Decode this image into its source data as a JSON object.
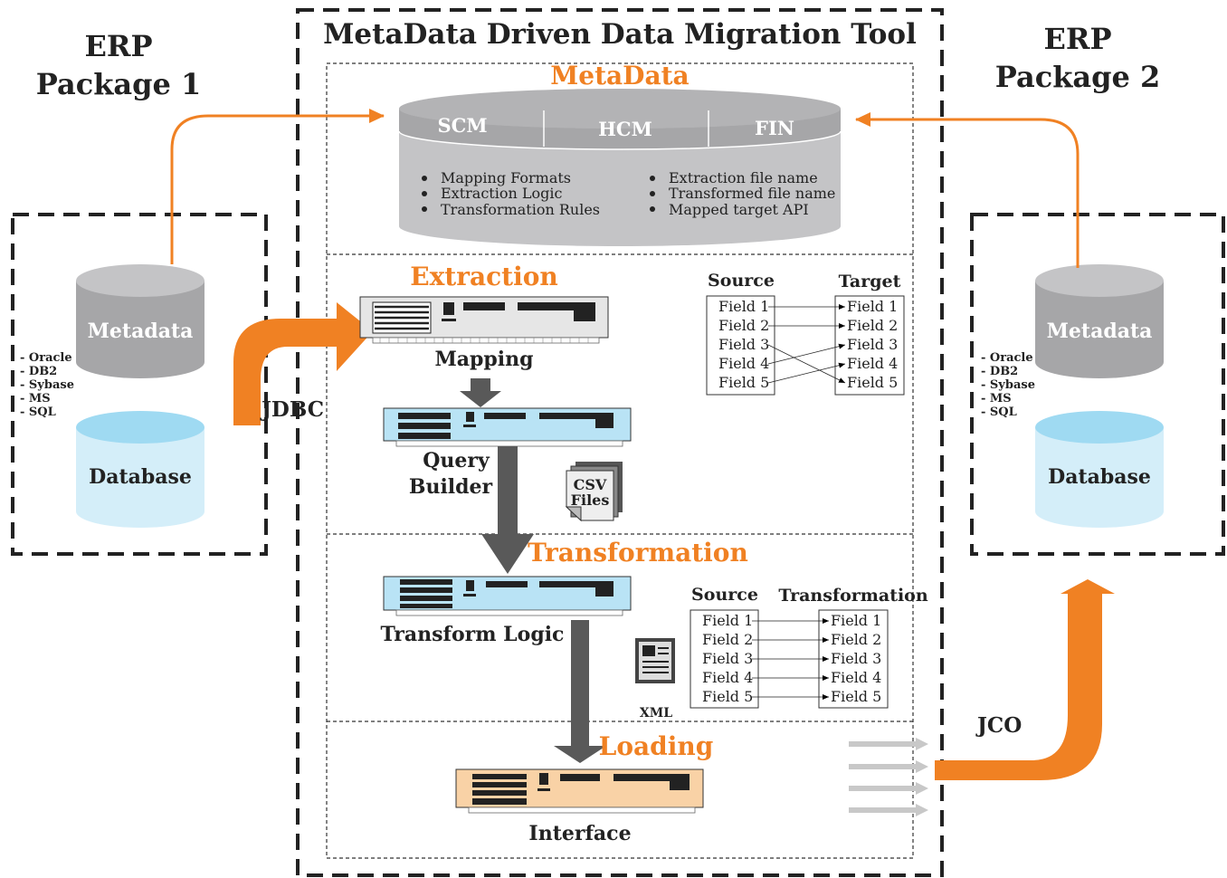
{
  "main_title": "MetaData Driven Data Migration Tool",
  "erp1": {
    "title_line1": "ERP",
    "title_line2": "Package 1",
    "metadata_label": "Metadata",
    "database_label": "Database",
    "db_types": [
      "- Oracle",
      "- DB2",
      "- Sybase",
      "- MS",
      "- SQL"
    ],
    "connector_label": "JDBC"
  },
  "erp2": {
    "title_line1": "ERP",
    "title_line2": "Package 2",
    "metadata_label": "Metadata",
    "database_label": "Database",
    "db_types": [
      "- Oracle",
      "- DB2",
      "- Sybase",
      "- MS",
      "- SQL"
    ],
    "connector_label": "JCO"
  },
  "metadata_section": {
    "title": "MetaData",
    "modules": [
      "SCM",
      "HCM",
      "FIN"
    ],
    "bullets_left": [
      "Mapping Formats",
      "Extraction Logic",
      "Transformation Rules"
    ],
    "bullets_right": [
      "Extraction file name",
      "Transformed file name",
      "Mapped target API"
    ]
  },
  "extraction": {
    "title": "Extraction",
    "mapping_label": "Mapping",
    "query_builder_line1": "Query",
    "query_builder_line2": "Builder",
    "csv_line1": "CSV",
    "csv_line2": "Files",
    "source_header": "Source",
    "target_header": "Target",
    "source_fields": [
      "Field 1",
      "Field 2",
      "Field 3",
      "Field 4",
      "Field 5"
    ],
    "target_fields": [
      "Field 1",
      "Field 2",
      "Field 3",
      "Field 4",
      "Field 5"
    ]
  },
  "transformation": {
    "title": "Transformation",
    "logic_label": "Transform Logic",
    "xml_label": "XML",
    "source_header": "Source",
    "target_header": "Transformation",
    "source_fields": [
      "Field 1",
      "Field 2",
      "Field 3",
      "Field 4",
      "Field 5"
    ],
    "target_fields": [
      "Field 1",
      "Field 2",
      "Field 3",
      "Field 4",
      "Field 5"
    ]
  },
  "loading": {
    "title": "Loading",
    "interface_label": "Interface"
  },
  "colors": {
    "orange": "#F08123",
    "gray_cyl": "#A6A6A8",
    "gray_cyl_top": "#C4C4C6",
    "db_blue": "#D4EEF9",
    "db_blue_top": "#9FDAF2",
    "loader_peach": "#F9D2A6",
    "module_blue": "#B9E3F5",
    "dark_arrow": "#595959"
  }
}
